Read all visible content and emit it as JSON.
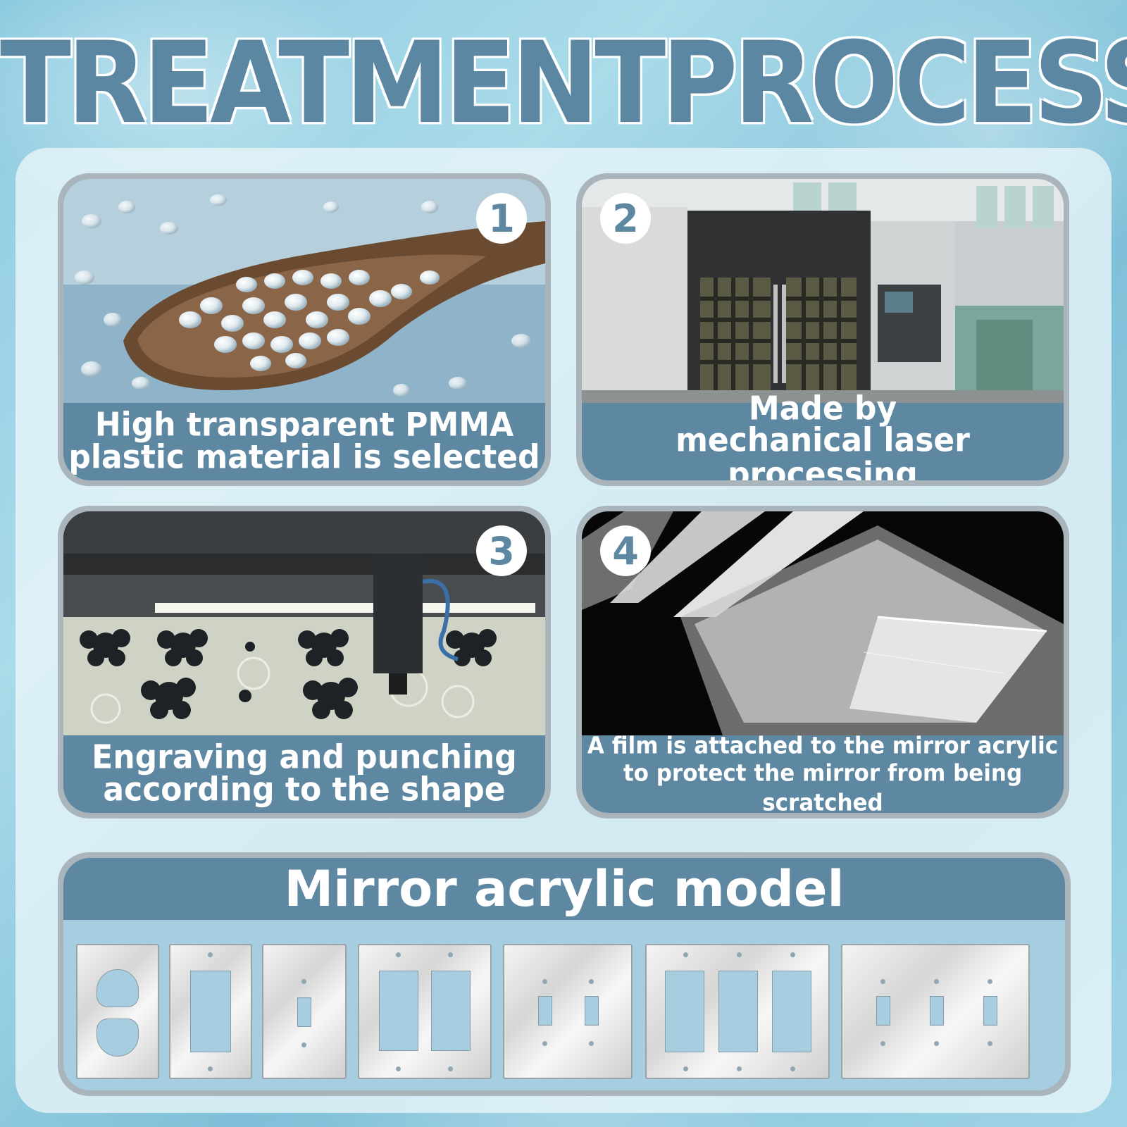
{
  "title": "TREATMENTPROCESS",
  "steps": [
    {
      "number": "1",
      "caption_line1": "High transparent PMMA",
      "caption_line2": "plastic material is selected"
    },
    {
      "number": "2",
      "caption_line1": "Made by",
      "caption_line2": "mechanical laser processing"
    },
    {
      "number": "3",
      "caption_line1": "Engraving and punching",
      "caption_line2": "according to the shape"
    },
    {
      "number": "4",
      "caption_line1": "A film is attached to the mirror acrylic",
      "caption_line2": "to protect the mirror from being scratched"
    }
  ],
  "model_section": {
    "title": "Mirror acrylic model"
  },
  "colors": {
    "accent": "#5e88a2",
    "title": "#5b87a3",
    "background": "#9fd4e6"
  }
}
